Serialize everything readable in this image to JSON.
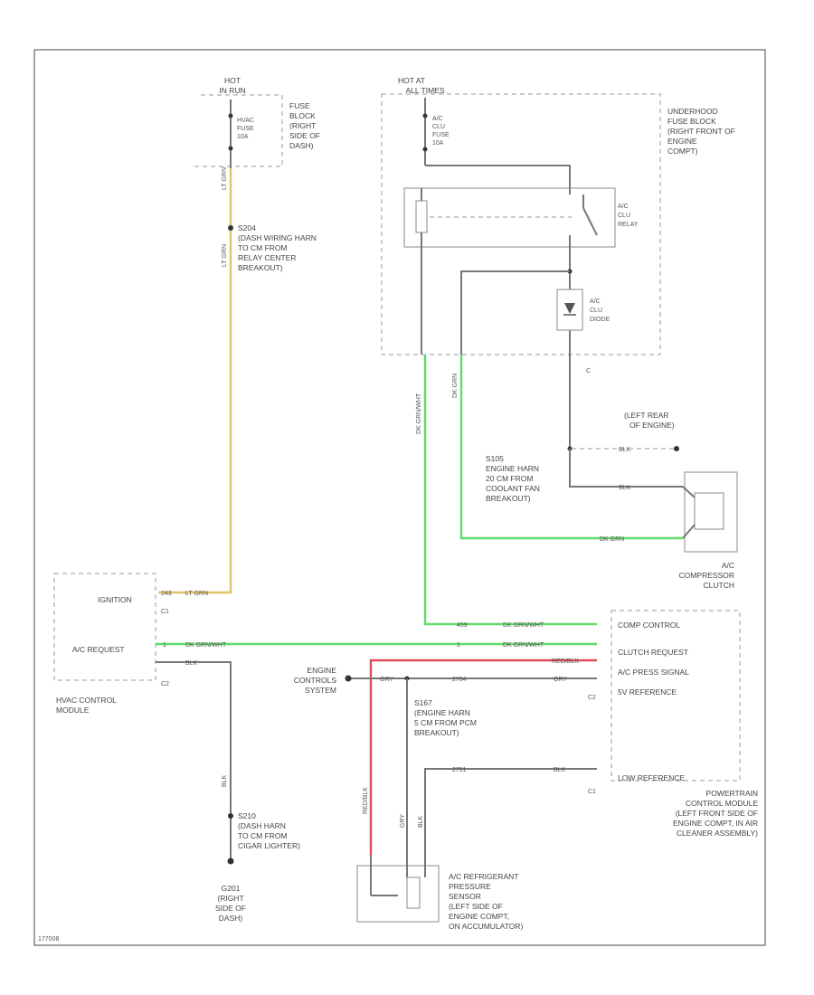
{
  "fuse_block": {
    "hot_label": [
      "HOT",
      "IN RUN"
    ],
    "fuse_label": [
      "HVAC",
      "FUSE",
      "10A"
    ],
    "location": [
      "FUSE",
      "BLOCK",
      "(RIGHT",
      "SIDE OF",
      "DASH)"
    ]
  },
  "underhood": {
    "hot_label": [
      "HOT AT",
      "ALL TIMES"
    ],
    "fuse_label": [
      "A/C",
      "CLU",
      "FUSE",
      "10A"
    ],
    "location": [
      "UNDERHOOD",
      "FUSE BLOCK",
      "(RIGHT FRONT OF",
      "ENGINE",
      "COMPT)"
    ],
    "relay_label": [
      "A/C",
      "CLU",
      "RELAY"
    ],
    "diode_label": [
      "A/C",
      "CLU",
      "DIODE"
    ],
    "connector": "C"
  },
  "splices": {
    "s204": [
      "S204",
      "(DASH WIRING HARN",
      "TO CM FROM",
      "RELAY CENTER",
      "BREAKOUT)"
    ],
    "s105": [
      "S105",
      "ENGINE HARN",
      "20 CM FROM",
      "COOLANT FAN",
      "BREAKOUT)"
    ],
    "s167": [
      "S167",
      "(ENGINE HARN",
      "5 CM FROM PCM",
      "BREAKOUT)"
    ],
    "s210": [
      "S210",
      "(DASH HARN",
      "TO CM FROM",
      "CIGAR LIGHTER)"
    ]
  },
  "grounds": {
    "g104": [
      "(LEFT REAR",
      "OF ENGINE)"
    ],
    "g201": [
      "G201",
      "(RIGHT",
      "SIDE OF",
      "DASH)"
    ]
  },
  "compressor": [
    "A/C",
    "COMPRESSOR",
    "CLUTCH"
  ],
  "hvac_module": {
    "pins": [
      "IGNITION",
      "A/C REQUEST"
    ],
    "connectors": [
      "C1",
      "C2"
    ],
    "name": [
      "HVAC CONTROL",
      "MODULE"
    ]
  },
  "pcm": {
    "pins": [
      "COMP CONTROL",
      "CLUTCH REQUEST",
      "A/C PRESS SIGNAL",
      "5V REFERENCE",
      "LOW REFERENCE"
    ],
    "connectors": [
      "C2",
      "C1"
    ],
    "name": [
      "POWERTRAIN",
      "CONTROL MODULE",
      "(LEFT FRONT SIDE OF",
      "ENGINE COMPT, IN AIR",
      "CLEANER ASSEMBLY)"
    ]
  },
  "engine_controls": [
    "ENGINE",
    "CONTROLS",
    "SYSTEM"
  ],
  "sensor": [
    "A/C REFRIGERANT",
    "PRESSURE",
    "SENSOR",
    "(LEFT SIDE OF",
    "ENGINE COMPT,",
    "ON ACCUMULATOR)"
  ],
  "wire_labels": {
    "ign": "LT GRN",
    "ign_ckt": "243",
    "ac_req": "DK GRN/WHT",
    "ac_req_ckt": "1",
    "comp": "DK GRN/WHT",
    "comp_ckt": "459",
    "clu_req": "DK GRN/WHT",
    "clu_req_ckt": "1",
    "press": "RED/BLK",
    "ref5": "GRY",
    "ref5_b": "GRY",
    "ref5_ckt": "2704",
    "low": "BLK",
    "low_ckt": "2751",
    "blk_hvac": "BLK",
    "comp_dk": "DK GRN",
    "blk_comp": "BLK"
  },
  "colors": {
    "green_wire": "#5fdc6a",
    "yellow_wire": "#e0c469",
    "red_wire": "#e04b5a",
    "gray_wire": "#777777"
  },
  "footer_code": "177008"
}
